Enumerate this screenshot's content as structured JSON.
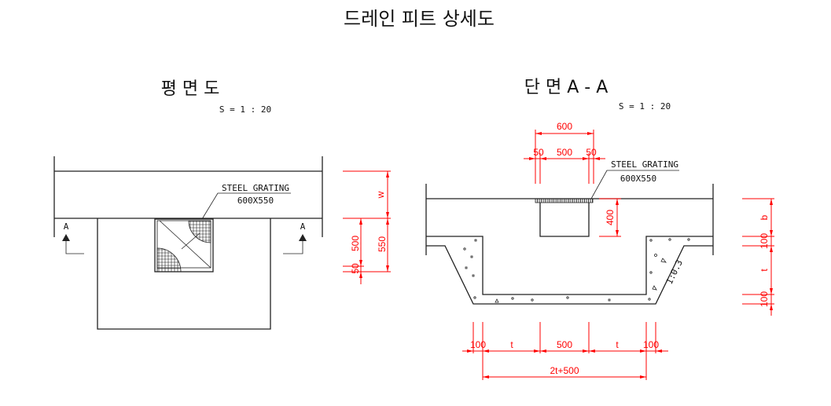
{
  "title": "드레인 피트 상세도",
  "plan": {
    "heading": "평 면 도",
    "scale": "S = 1 : 20",
    "grating_label": "STEEL GRATING",
    "grating_size": "600X550",
    "section_mark": "A",
    "dims": {
      "w": "w",
      "d500": "500",
      "d550": "550",
      "d50": "50"
    }
  },
  "section": {
    "heading": "단 면 A - A",
    "scale": "S = 1 : 20",
    "grating_label": "STEEL GRATING",
    "grating_size": "600X550",
    "slope": "1:0.3",
    "top_dims": {
      "total": "600",
      "left": "50",
      "mid": "500",
      "right": "50"
    },
    "depth": "400",
    "right_dims": {
      "b": "b",
      "top100": "100",
      "t": "t",
      "bot100": "100"
    },
    "bottom_dims": {
      "a": "100",
      "b": "t",
      "c": "500",
      "d": "t",
      "e": "100",
      "total": "2t+500"
    }
  },
  "colors": {
    "dimension": "#ff0000",
    "line": "#222222"
  }
}
